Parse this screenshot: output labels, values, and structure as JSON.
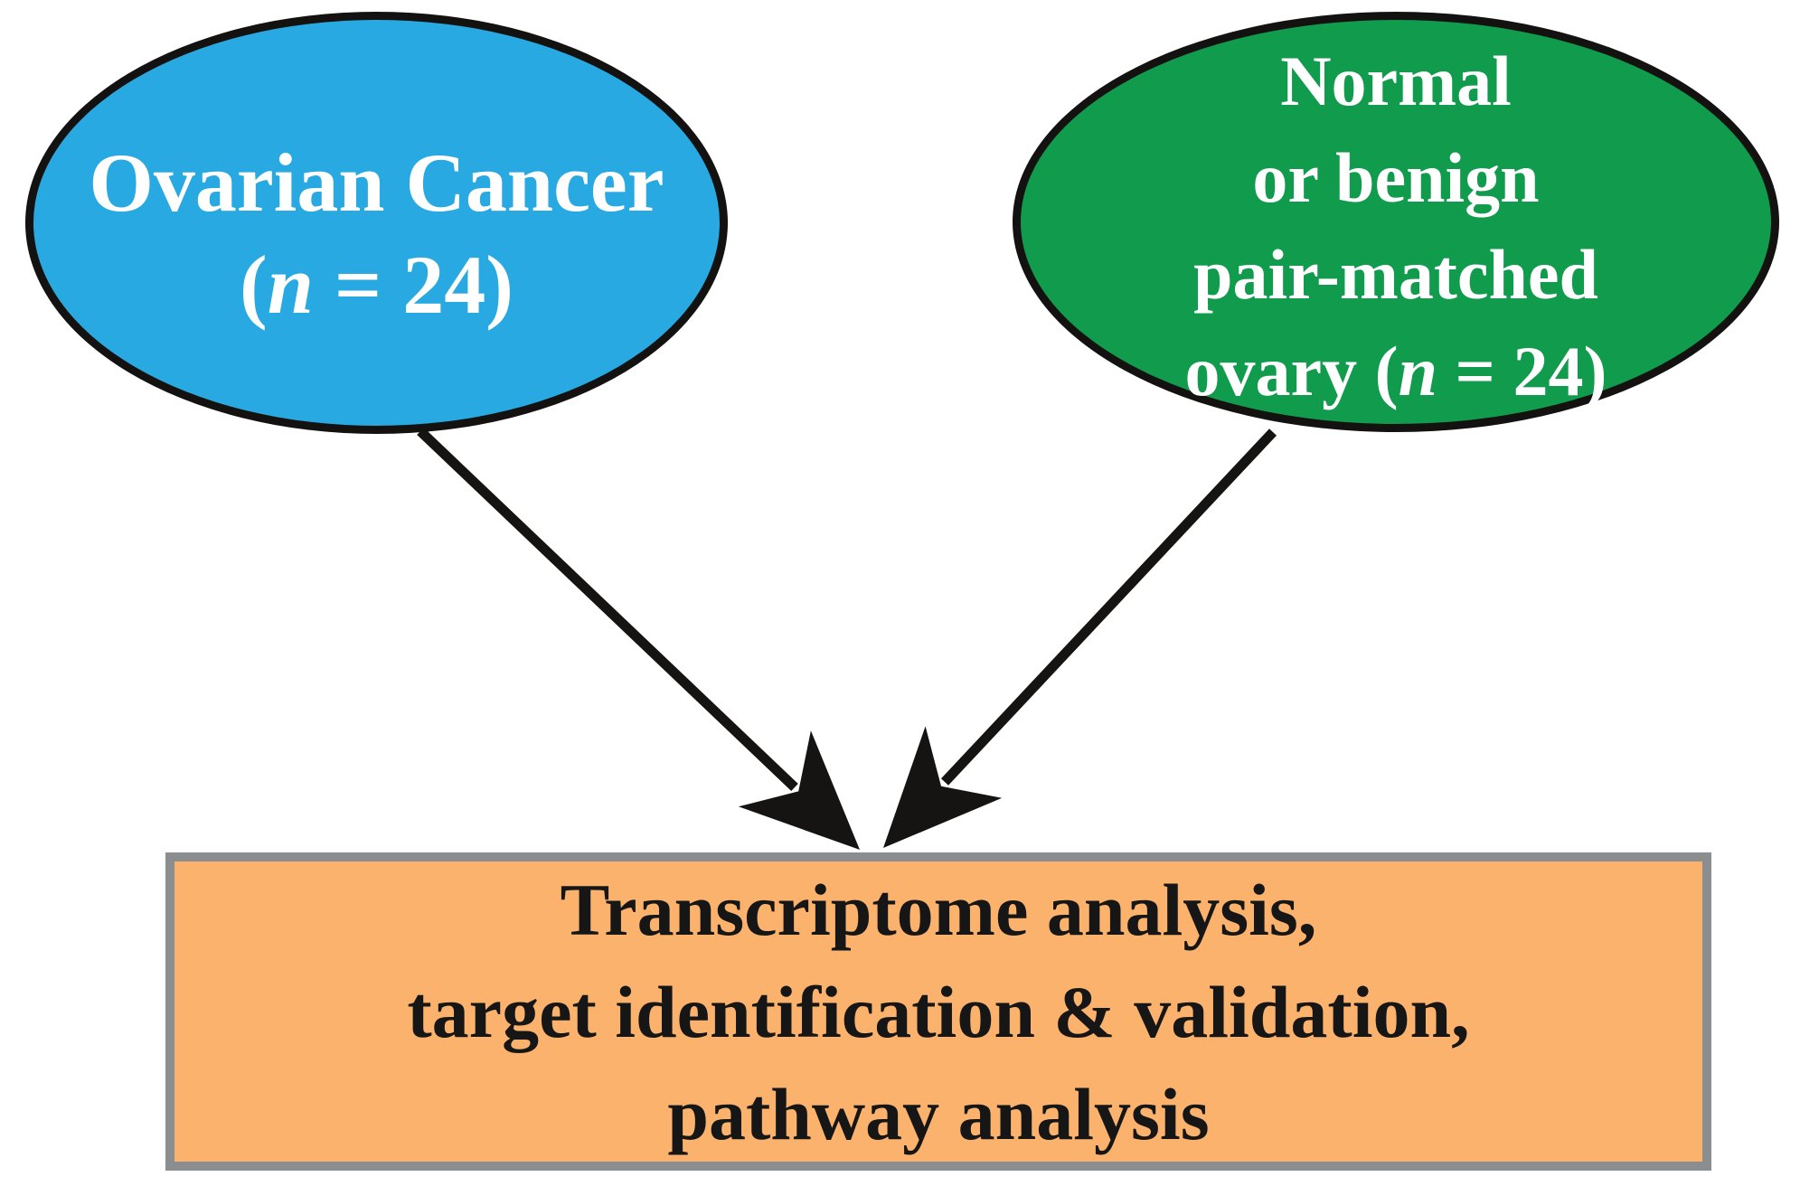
{
  "figure": {
    "title_semantic": "study design flow diagram",
    "background_color": "#FFFFFF",
    "nodes": {
      "ovarian_cancer": {
        "shape": "ellipse",
        "fill_color": "#29A9E1",
        "outline_color": "#141210",
        "text_color": "#FFFFFF",
        "line1": "Ovarian Cancer",
        "line2_prefix": "(",
        "line2_var": "n",
        "line2_suffix": " = 24)"
      },
      "normal_ovary": {
        "shape": "ellipse",
        "fill_color": "#119B4D",
        "outline_color": "#141210",
        "text_color": "#FFFFFF",
        "line1": "Normal",
        "line2": "or benign",
        "line3": "pair-matched",
        "line4_prefix": "ovary (",
        "line4_var": "n",
        "line4_suffix": " = 24)"
      },
      "analysis_box": {
        "shape": "rectangle",
        "fill_color": "#FBB26C",
        "border_color": "#8A8E91",
        "text_color": "#161616",
        "line1": "Transcriptome analysis,",
        "line2": "target identification & validation,",
        "line3": "pathway analysis"
      }
    },
    "edges": [
      {
        "from": "ovarian_cancer",
        "to": "analysis_box",
        "color": "#161412",
        "style": "barbed-arrow"
      },
      {
        "from": "normal_ovary",
        "to": "analysis_box",
        "color": "#161412",
        "style": "barbed-arrow"
      }
    ]
  }
}
